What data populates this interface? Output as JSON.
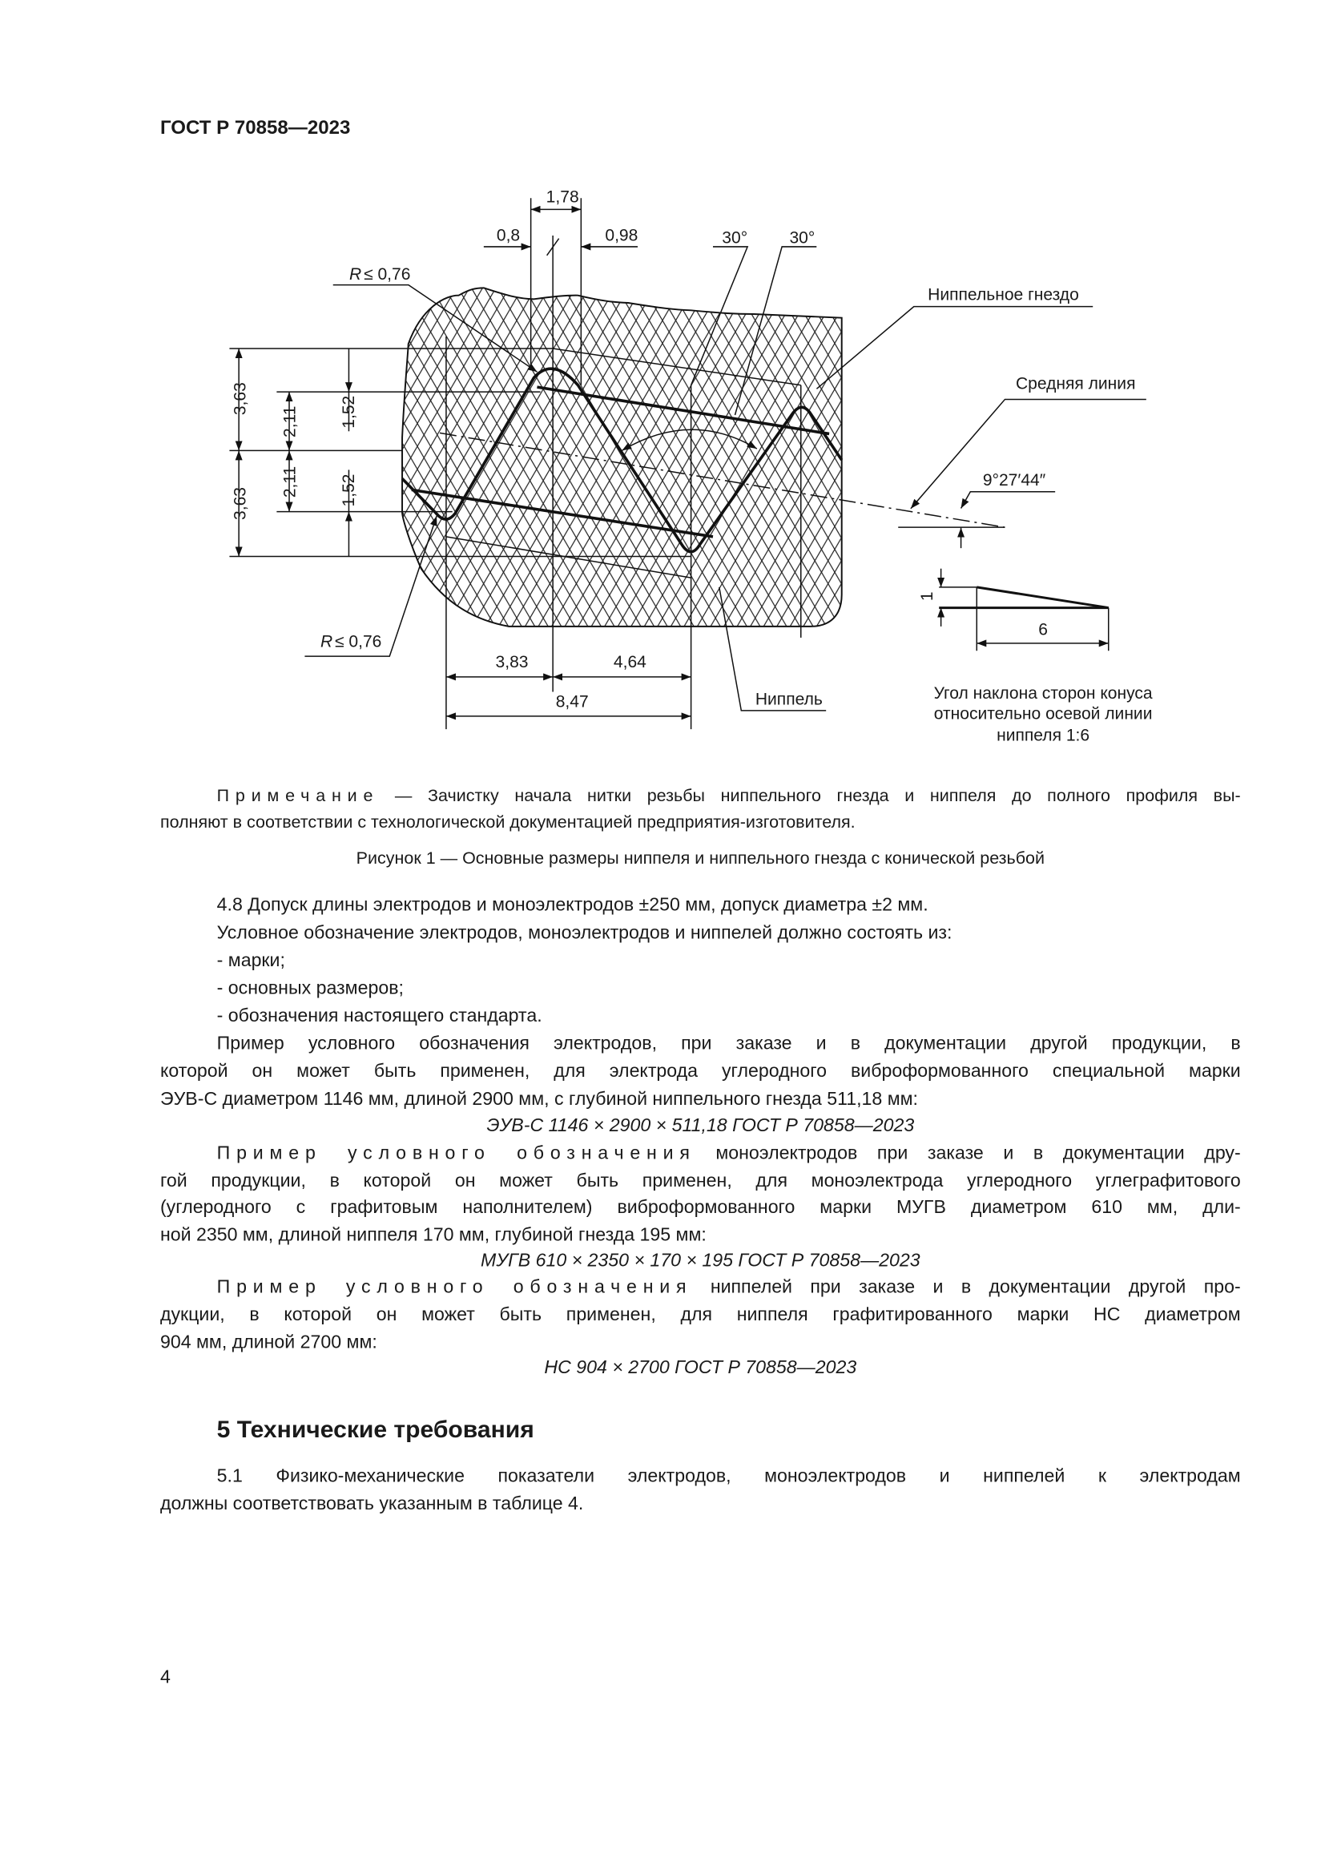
{
  "header": {
    "doc_id": "ГОСТ Р 70858—2023"
  },
  "figure": {
    "dims": {
      "d178": "1,78",
      "d08": "0,8",
      "d098": "0,98",
      "a30_1": "30°",
      "a30_2": "30°",
      "r_top": "≤ 0,76",
      "r_bottom": "≤ 0,76",
      "r_symbol": "R",
      "d363_top": "3,63",
      "d363_bottom": "3,63",
      "d211_top": "2,11",
      "d211_bottom": "2,11",
      "d152_top": "1,52",
      "d152_bottom": "1,52",
      "d383": "3,83",
      "d464": "4,64",
      "d847": "8,47",
      "angle": "9°27′44″",
      "taper_h": "1",
      "taper_w": "6"
    },
    "labels": {
      "socket": "Ниппельное гнездо",
      "mean_line": "Средняя линия",
      "nipple": "Ниппель",
      "taper_caption": [
        "Угол наклона сторон конуса",
        "относительно осевой линии",
        "ниппеля 1:6"
      ]
    }
  },
  "note": {
    "prefix": "Примечание",
    "line1": "— Зачистку начала нитки резьбы ниппельного гнезда и ниппеля до полного профиля вы-",
    "line2": "полняют в соответствии с технологической документацией предприятия-изготовителя."
  },
  "caption": "Рисунок 1 — Основные размеры ниппеля и ниппельного гнезда с конической резьбой",
  "section4": {
    "p48": "4.8 Допуск длины электродов и моноэлектродов ±250 мм, допуск диаметра ±2 мм.",
    "designation_intro": "Условное обозначение электродов, моноэлектродов и ниппелей должно состоять из:",
    "list": [
      "- марки;",
      "- основных размеров;",
      "- обозначения настоящего стандарта."
    ],
    "example1": {
      "lines": [
        "Пример условного обозначения электродов, при заказе и в документации другой продукции, в",
        "которой он может быть применен, для электрода углеродного виброформованного специальной марки",
        "ЭУВ-С диаметром 1146 мм, длиной 2900 мм, с глубиной ниппельного гнезда 511,18 мм:"
      ],
      "designation": "ЭУВ-С 1146 × 2900 × 511,18 ГОСТ Р 70858—2023"
    },
    "example2": {
      "spaced": "Пример условного обозначения",
      "lines": [
        "моноэлектродов при заказе и в документации дру-",
        "гой продукции, в которой он может быть применен, для моноэлектрода углеродного углеграфитового",
        "(углеродного с графитовым наполнителем) виброформованного марки МУГВ диаметром 610 мм, дли-",
        "ной 2350 мм, длиной ниппеля 170 мм, глубиной гнезда 195 мм:"
      ],
      "designation": "МУГВ 610 × 2350 × 170 × 195 ГОСТ Р 70858—2023"
    },
    "example3": {
      "spaced": "Пример условного обозначения",
      "lines": [
        "ниппелей при заказе и в документации другой про-",
        "дукции, в которой он может быть применен, для ниппеля графитированного марки НС диаметром",
        "904  мм, длиной 2700 мм:"
      ],
      "designation": "НС 904 × 2700 ГОСТ Р 70858—2023"
    }
  },
  "section5": {
    "heading": "5  Технические требования",
    "p51": [
      "5.1 Физико-механические показатели электродов, моноэлектродов и ниппелей к электродам",
      "должны соответствовать указанным в таблице 4."
    ]
  },
  "page_number": "4"
}
